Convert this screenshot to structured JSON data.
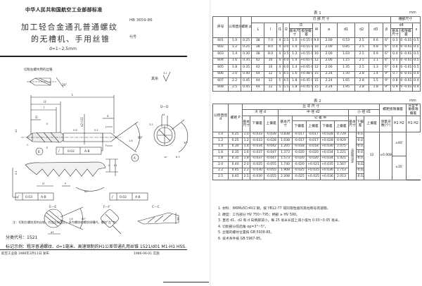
{
  "left_page": {
    "organization": "中华人民共和国航空工业部部标准",
    "standard_code": "HB 3659-86",
    "replaces_label": "代号",
    "title_line1": "加工轻合金通孔普通螺纹",
    "title_line2": "的无槽机、手用丝锥",
    "title_range": "d=1~2.5mm",
    "drawing": {
      "left_hand_label": "切削左螺纹用的丝锥",
      "roughness_label": "其余",
      "roughness_value": "3.2",
      "dims": {
        "L": "L",
        "l": "l",
        "l3": "l3",
        "l1": "l1",
        "l2": "l2",
        "a": "a",
        "d1": "d1",
        "d2": "d2 h11",
        "angle_30": "30°",
        "angle_90": "90°",
        "angle_60": "60°",
        "r_04": "0.4",
        "r_08": "0.8",
        "r_16": "1.6",
        "r_32": "3.2",
        "r_63": "6.3",
        "p": "P",
        "h": "h",
        "h1": "h1"
      },
      "tolerance_frames": [
        {
          "symbol": "/",
          "value": "0.02",
          "datum": "A-B"
        },
        {
          "symbol": "/",
          "value": "0.03",
          "datum": "A-B"
        },
        {
          "symbol": "/",
          "value": "0.02",
          "datum": "A-B"
        }
      ],
      "datum_a": "A",
      "datum_b": "B",
      "section_dd": "D—D",
      "section_ee": "E—E",
      "section_ff": "F—F",
      "section_cc": "C—C",
      "section_d4": "d4",
      "section_d3": "d3",
      "section_beta": "β",
      "section_c": "C",
      "section_e": "E",
      "section_f": "F",
      "section_angle_40": "40°",
      "section_angle_10": "10°~15°"
    },
    "note": "注：切削左螺纹用的丝锥，刃齿方向相反，多为螺纹的螺纹线槽内，螺纹\"左\"字。",
    "class_code": "分类代号：1521",
    "mark_example": "标记示例：粗牙普通螺纹、d=1毫米、高速钢制的H1公差带通孔用丝锥  1521/d01  M1-H1 HSS.",
    "footer_left": "航空工业部 1986年3月11日 发布",
    "footer_right": "1986-06-01  实施"
  },
  "table1": {
    "caption": "表 1",
    "unit": "mm",
    "headers": {
      "seq": "序号",
      "nominal": "公称直径 d",
      "pitch": "螺距 p",
      "main_dims": "刃  部  尺  寸",
      "groove_dims": "槽部尺寸",
      "L": "L",
      "l": "l",
      "l1": "l1",
      "l2": "l2",
      "l3_base": "基本尺寸",
      "l3_tol": "极限偏差",
      "l3": "l3",
      "l4": "l4",
      "a": "a",
      "d1": "d1",
      "d2": "d2",
      "d3": "d3",
      "beta": "β",
      "d4": "d4",
      "d4_base": "基本尺寸",
      "d4_tol": "极限偏差",
      "x": "x"
    },
    "rows": [
      {
        "seq": "601",
        "d": "1.0",
        "p": "0.25",
        "L": "38",
        "l": "7.0",
        "l1": "4",
        "l2": "2.5",
        "l3": "1.0",
        "l3_tol": "+0.55 0",
        "l4": "9.0",
        "a": "2.00",
        "d1": "0.53",
        "d2": "2.5",
        "d3": "0.6",
        "beta": "6°",
        "d4": "0.3",
        "d4_tol": "0 -0.01",
        "x": "0.5"
      },
      {
        "seq": "602",
        "d": "1.2",
        "p": "0.25",
        "L": "38",
        "l": "8.0",
        "l1": "4",
        "l2": "3.0",
        "l3": "1.0",
        "l3_tol": "+0.55 0",
        "l4": "10",
        "a": "2.00",
        "d1": "0.85",
        "d2": "2.5",
        "d3": "0.8",
        "beta": "6°",
        "d4": "0.4",
        "d4_tol": "0 -0.01",
        "x": "0.5"
      },
      {
        "seq": "603",
        "d": "1.4",
        "p": "0.30",
        "L": "38",
        "l": "8.0",
        "l1": "4",
        "l2": "3.5",
        "l3": "1.2",
        "l3_tol": "+0.55 0",
        "l4": "10",
        "a": "2.00",
        "d1": "1.03",
        "d2": "2.5",
        "d3": "0.9",
        "beta": "6°",
        "d4": "0.4",
        "d4_tol": "0 -0.01",
        "x": "0.5"
      },
      {
        "seq": "604",
        "d": "1.6",
        "p": "0.35",
        "L": "42",
        "l": "10",
        "l1": "4",
        "l2": "4.0",
        "l3": "1.4",
        "l3_tol": "+0.65 0",
        "l4": "12",
        "a": "2.00",
        "d1": "1.15",
        "d2": "2.5",
        "d3": "1.1",
        "beta": "6°",
        "d4": "0.5",
        "d4_tol": "0 -0.01",
        "x": "0.5"
      },
      {
        "seq": "605",
        "d": "1.8",
        "p": "0.35",
        "L": "42",
        "l": "10",
        "l1": "4",
        "l2": "4.0",
        "l3": "1.4",
        "l3_tol": "+0.65 0",
        "l4": "12",
        "a": "2.00",
        "d1": "1.35",
        "d2": "2.5",
        "d3": "1.3",
        "beta": "6°",
        "d4": "0.6",
        "d4_tol": "0 -0.01",
        "x": "0.5"
      },
      {
        "seq": "606",
        "d": "2.0",
        "p": "0.40",
        "L": "44",
        "l": "12",
        "l1": "5",
        "l2": "4.5",
        "l3": "1.6",
        "l3_tol": "+0.48 0",
        "l4": "15",
        "a": "2.24",
        "d1": "1.50",
        "d2": "2.8",
        "d3": "1.4",
        "beta": "9°",
        "d4": "0.7",
        "d4_tol": "0 -0.01",
        "x": "0.4"
      },
      {
        "seq": "607",
        "d": "2.2",
        "p": "0.45",
        "L": "44",
        "l": "12",
        "l1": "5",
        "l2": "4.5",
        "l3": "1.8",
        "l3_tol": "+0.45 0",
        "l4": "15",
        "a": "2.24",
        "d1": "1.65",
        "d2": "2.8",
        "d3": "1.5",
        "beta": "9°",
        "d4": "0.8",
        "d4_tol": "0 -0.01",
        "x": "0.4"
      },
      {
        "seq": "608",
        "d": "2.5",
        "p": "0.45",
        "L": "44",
        "l": "12",
        "l1": "5",
        "l2": "5.5",
        "l3": "1.8",
        "l3_tol": "+0.45 0",
        "l4": "15",
        "a": "2.24",
        "d1": "1.95",
        "d2": "2.8",
        "d3": "1.8",
        "beta": "9°",
        "d4": "0.9",
        "d4_tol": "0 -0.01",
        "x": "0.4"
      }
    ]
  },
  "table2": {
    "caption": "表 2",
    "unit": "mm",
    "headers": {
      "nominal": "公称直径 d",
      "pitch": "螺距 P",
      "thread_dims": "丝  牙  尺  寸",
      "major": "大  径  d",
      "pitch_dia": "中  径  d2",
      "minor": "小  径  d1",
      "base": "基本尺寸",
      "lower": "下偏差",
      "upper": "上偏差",
      "tolerance_band": "公  差  带",
      "h1": "H1",
      "h2": "H2",
      "pitch_err": "螺距极限偏差",
      "measure_teeth": "测量牙数(个)",
      "h1h2": "H1 H2",
      "half_angle": "牙型半角极限偏差",
      "half_angle_sub": "H1 H2",
      "minor_note": "由结构决定"
    },
    "rows": [
      {
        "d": "1.0",
        "p": "0.25",
        "d_base": "1.0",
        "d_lower": "-0.033",
        "d_upper": "-0.028",
        "d2_base": "0.838",
        "h1_lower": "-0.017",
        "h1_upper": "-0.017",
        "h2_lower": "+0.028",
        "h2_upper": "0.729",
        "d1_base": "-0.015"
      },
      {
        "d": "1.2",
        "p": "0.25",
        "d_base": "1.2",
        "d_lower": "-0.033",
        "d_upper": "-0.028",
        "d2_base": "1.038",
        "h1_lower": "-0.017",
        "h1_upper": "-0.017",
        "h2_lower": "+0.028",
        "h2_upper": "0.929",
        "d1_base": "-0.015"
      },
      {
        "d": "1.4",
        "p": "0.30",
        "d_base": "1.4",
        "d_lower": "-0.034",
        "d_upper": "-0.042",
        "d2_base": "1.205",
        "h1_lower": "-0.018",
        "h1_upper": "-0.018",
        "h2_lower": "+0.030",
        "h2_upper": "1.075",
        "d1_base": "-0.015"
      },
      {
        "d": "1.6",
        "p": "0.35",
        "d_base": "1.6",
        "d_lower": "-0.037",
        "d_upper": "-0.047",
        "d2_base": "1.373",
        "h1_lower": "-0.020",
        "h1_upper": "-0.020",
        "h2_lower": "+0.034",
        "h2_upper": "1.221",
        "d1_base": "-0.016"
      },
      {
        "d": "1.8",
        "p": "0.35",
        "d_base": "1.8",
        "d_lower": "-0.037",
        "d_upper": "-0.047",
        "d2_base": "1.573",
        "h1_lower": "-0.020",
        "h1_upper": "-0.020",
        "h2_lower": "+0.034",
        "h2_upper": "1.421",
        "d1_base": "-0.016"
      },
      {
        "d": "2.0",
        "p": "0.40",
        "d_base": "2.0",
        "d_lower": "-0.025",
        "d_upper": "-0.055",
        "d2_base": "1.740",
        "h1_lower": "-0.020",
        "h1_upper": "+0.021",
        "h2_lower": "+0.035",
        "h2_upper": "1.567",
        "d1_base": "-0.020"
      },
      {
        "d": "2.2",
        "p": "0.45",
        "d_base": "2.2",
        "d_lower": "-0.030",
        "d_upper": "-0.055",
        "d2_base": "1.908",
        "h1_lower": "-0.025",
        "h1_upper": "+0.025",
        "h2_lower": "+0.036",
        "h2_upper": "1.713",
        "d1_base": "-0.028"
      },
      {
        "d": "2.5",
        "p": "0.45",
        "d_base": "2.5",
        "d_lower": "-0.030",
        "d_upper": "-0.055",
        "d2_base": "2.208",
        "h1_lower": "-0.025",
        "h1_upper": "+0.025",
        "h2_lower": "+0.036",
        "h2_upper": "2.013",
        "d1_base": "-0.028"
      }
    ],
    "pitch_err_groups": [
      {
        "p_tol": "+0.006",
        "rows": 2
      },
      {
        "p_tol": "",
        "rows": 1
      },
      {
        "p_tol": "-0.007",
        "rows": 2
      },
      {
        "p_tol": "",
        "rows": 1
      },
      {
        "p_tol": "+0.008",
        "rows": 2
      }
    ],
    "measure_teeth": "12",
    "pitch_tol_all": "±0.008",
    "half_angle_1": "±40'",
    "half_angle_2": "±35'"
  },
  "notes_right": [
    "1. 材料：W6Mo5Cr4V2 钢，按 YB12-77 或同等性能的其他牌号高速钢。",
    "2. 硬度：工作部分 HV 750~795；柄部 ≥ HV 590。",
    "3. 直径 d1、d2 和 d 向柄部减小，每 25 毫米长度上减小值为 0.03~0.05 毫米。",
    "4. 切削部分前后角 αp=3°~5°。",
    "5. 丝锥的螺纹位置按 GB 5938-85。",
    "6. 技术条件按 GB 5967-85。"
  ]
}
